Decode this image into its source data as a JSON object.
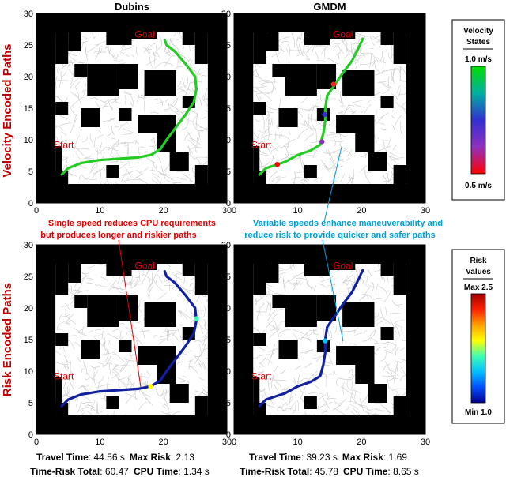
{
  "columns": [
    "Dubins",
    "GMDM"
  ],
  "row_labels": [
    "Velocity Encoded Paths",
    "Risk Encoded Paths"
  ],
  "annotations": {
    "start": "Start",
    "goal": "Goal",
    "dubins_note_line1": "Single speed reduces CPU requirements",
    "dubins_note_line2": "but produces longer and riskier paths",
    "gmdm_note_line1": "Variable speeds enhance maneuverability and",
    "gmdm_note_line2": "reduce risk to provide quicker and safer paths"
  },
  "colorbars": {
    "velocity": {
      "title_line1": "Velocity",
      "title_line2": "States",
      "max_label": "1.0 m/s",
      "min_label": "0.5 m/s",
      "colors": [
        "#00dd00",
        "#00b0a0",
        "#3030d0",
        "#9030c0",
        "#ff0000"
      ]
    },
    "risk": {
      "title_line1": "Risk",
      "title_line2": "Values",
      "max_label": "Max 2.5",
      "min_label": "Min 1.0",
      "colors": [
        "#a00000",
        "#ff2000",
        "#ffa000",
        "#ffff00",
        "#40ffb0",
        "#00c0ff",
        "#0050ff",
        "#00008f"
      ]
    }
  },
  "stats": {
    "dubins": {
      "travel_label": "Travel Time",
      "travel_value": ": 44.56 s",
      "risk_label": "Max Risk",
      "risk_value": ": 2.13",
      "total_label": "Time-Risk Total",
      "total_value": ": 60.47",
      "cpu_label": "CPU Time",
      "cpu_value": ": 1.34 s"
    },
    "gmdm": {
      "travel_label": "Travel Time",
      "travel_value": ": 39.23 s",
      "risk_label": "Max Risk",
      "risk_value": ": 1.69",
      "total_label": "Time-Risk Total",
      "total_value": ": 45.78",
      "cpu_label": "CPU Time",
      "cpu_value": ": 8.65 s"
    }
  },
  "colors": {
    "obstacle": "#000000",
    "free": "#ffffff",
    "roadmap": "#c8c8c8",
    "label_red": "#e00000",
    "note_blue": "#00a0d8",
    "velocity_path": "#22cc22",
    "risk_path": "#1020a0"
  },
  "chart_data": [
    {
      "type": "path_plot",
      "title": "Dubins",
      "xlim": [
        0,
        30
      ],
      "ylim": [
        0,
        30
      ],
      "xticks": [
        0,
        10,
        20,
        30
      ],
      "yticks": [
        0,
        5,
        10,
        15,
        20,
        25,
        30
      ],
      "encoding": "velocity",
      "path": [
        [
          4,
          4.5
        ],
        [
          5,
          5.5
        ],
        [
          7,
          6.3
        ],
        [
          10,
          6.8
        ],
        [
          13,
          7.0
        ],
        [
          16,
          7.2
        ],
        [
          18,
          7.6
        ],
        [
          19.5,
          8.5
        ],
        [
          20.5,
          10
        ],
        [
          22,
          12
        ],
        [
          23.5,
          14
        ],
        [
          24.8,
          16
        ],
        [
          25.2,
          18
        ],
        [
          25,
          20
        ],
        [
          23.5,
          22
        ],
        [
          21.8,
          24
        ],
        [
          20.5,
          25
        ],
        [
          20.2,
          25.8
        ]
      ]
    },
    {
      "type": "path_plot",
      "title": "GMDM",
      "xlim": [
        0,
        30
      ],
      "ylim": [
        0,
        30
      ],
      "xticks": [
        0,
        10,
        20,
        30
      ],
      "yticks": [
        0,
        5,
        10,
        15,
        20,
        25,
        30
      ],
      "encoding": "velocity",
      "path": [
        [
          4,
          4.5
        ],
        [
          5,
          5.5
        ],
        [
          6.5,
          6.0
        ],
        [
          8,
          6.5
        ],
        [
          10,
          7.6
        ],
        [
          12,
          8.3
        ],
        [
          13.5,
          9.2
        ],
        [
          14,
          11
        ],
        [
          14.3,
          13
        ],
        [
          14.3,
          15
        ],
        [
          14.6,
          17
        ],
        [
          16,
          19
        ],
        [
          17,
          20.5
        ],
        [
          18.5,
          22.5
        ],
        [
          19.5,
          24.5
        ],
        [
          20.2,
          26
        ]
      ],
      "speed_changes": [
        {
          "x": 6.8,
          "y": 6.1,
          "color": "#ff0000"
        },
        {
          "x": 13.8,
          "y": 9.7,
          "color": "#9030c0"
        },
        {
          "x": 14.2,
          "y": 14.0,
          "color": "#3030d0"
        },
        {
          "x": 15.6,
          "y": 18.8,
          "color": "#ff2020"
        }
      ]
    },
    {
      "type": "path_plot",
      "title": "",
      "xlim": [
        0,
        30
      ],
      "ylim": [
        0,
        30
      ],
      "xticks": [
        0,
        10,
        20,
        30
      ],
      "yticks": [
        0,
        5,
        10,
        15,
        20,
        25,
        30
      ],
      "encoding": "risk",
      "path": [
        [
          4,
          4.5
        ],
        [
          5,
          5.5
        ],
        [
          7,
          6.3
        ],
        [
          10,
          6.8
        ],
        [
          13,
          7.0
        ],
        [
          16,
          7.2
        ],
        [
          18,
          7.6
        ],
        [
          19.5,
          8.5
        ],
        [
          20.5,
          10
        ],
        [
          22,
          12
        ],
        [
          23.5,
          14
        ],
        [
          24.8,
          16
        ],
        [
          25.2,
          18
        ],
        [
          25,
          20
        ],
        [
          23.5,
          22
        ],
        [
          21.8,
          24
        ],
        [
          20.5,
          25
        ],
        [
          20.2,
          25.8
        ]
      ],
      "risk_hotspots": [
        {
          "x": 18,
          "y": 7.6,
          "color": "#ffff00"
        },
        {
          "x": 25.2,
          "y": 18.3,
          "color": "#40ffb0"
        }
      ]
    },
    {
      "type": "path_plot",
      "title": "",
      "xlim": [
        0,
        30
      ],
      "ylim": [
        0,
        30
      ],
      "xticks": [
        0,
        10,
        20,
        30
      ],
      "yticks": [
        0,
        5,
        10,
        15,
        20,
        25,
        30
      ],
      "encoding": "risk",
      "path": [
        [
          4,
          4.5
        ],
        [
          5,
          5.5
        ],
        [
          6.5,
          6.0
        ],
        [
          8,
          6.5
        ],
        [
          10,
          7.6
        ],
        [
          12,
          8.3
        ],
        [
          13.5,
          9.2
        ],
        [
          14,
          11
        ],
        [
          14.3,
          13
        ],
        [
          14.3,
          15
        ],
        [
          14.6,
          17
        ],
        [
          16,
          19
        ],
        [
          17,
          20.5
        ],
        [
          18.5,
          22.5
        ],
        [
          19.5,
          24.5
        ],
        [
          20.2,
          26
        ]
      ],
      "risk_hotspots": [
        {
          "x": 14.3,
          "y": 14.8,
          "color": "#00c0ff"
        }
      ]
    }
  ]
}
